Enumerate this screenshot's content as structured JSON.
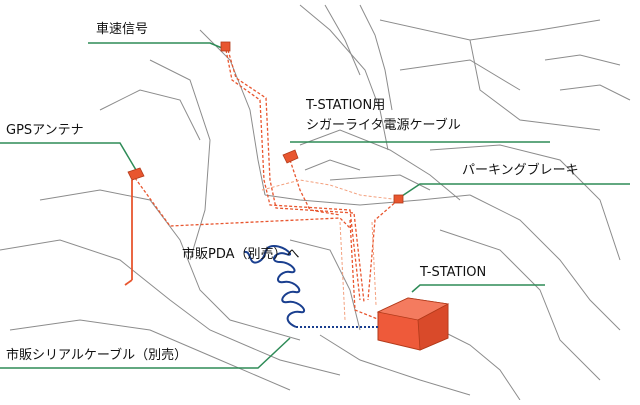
{
  "labels": {
    "vehicle_speed_signal": "車速信号",
    "gps_antenna": "GPSアンテナ",
    "cigarette_cable_line1": "T-STATION用",
    "cigarette_cable_line2": "シガーライタ電源ケーブル",
    "parking_brake": "パーキングブレーキ",
    "to_pda": "市販PDA（別売）へ",
    "t_station": "T-STATION",
    "serial_cable": "市販シリアルケーブル（別売）"
  },
  "colors": {
    "leader_line": "#2e8b57",
    "wire": "#e8562f",
    "wire_light": "#f3a07e",
    "device_fill": "#ee5a3a",
    "device_top": "#f47b5f",
    "serial_cable": "#1a3f8f",
    "car_outline": "#8c8c8c",
    "text": "#111111"
  }
}
